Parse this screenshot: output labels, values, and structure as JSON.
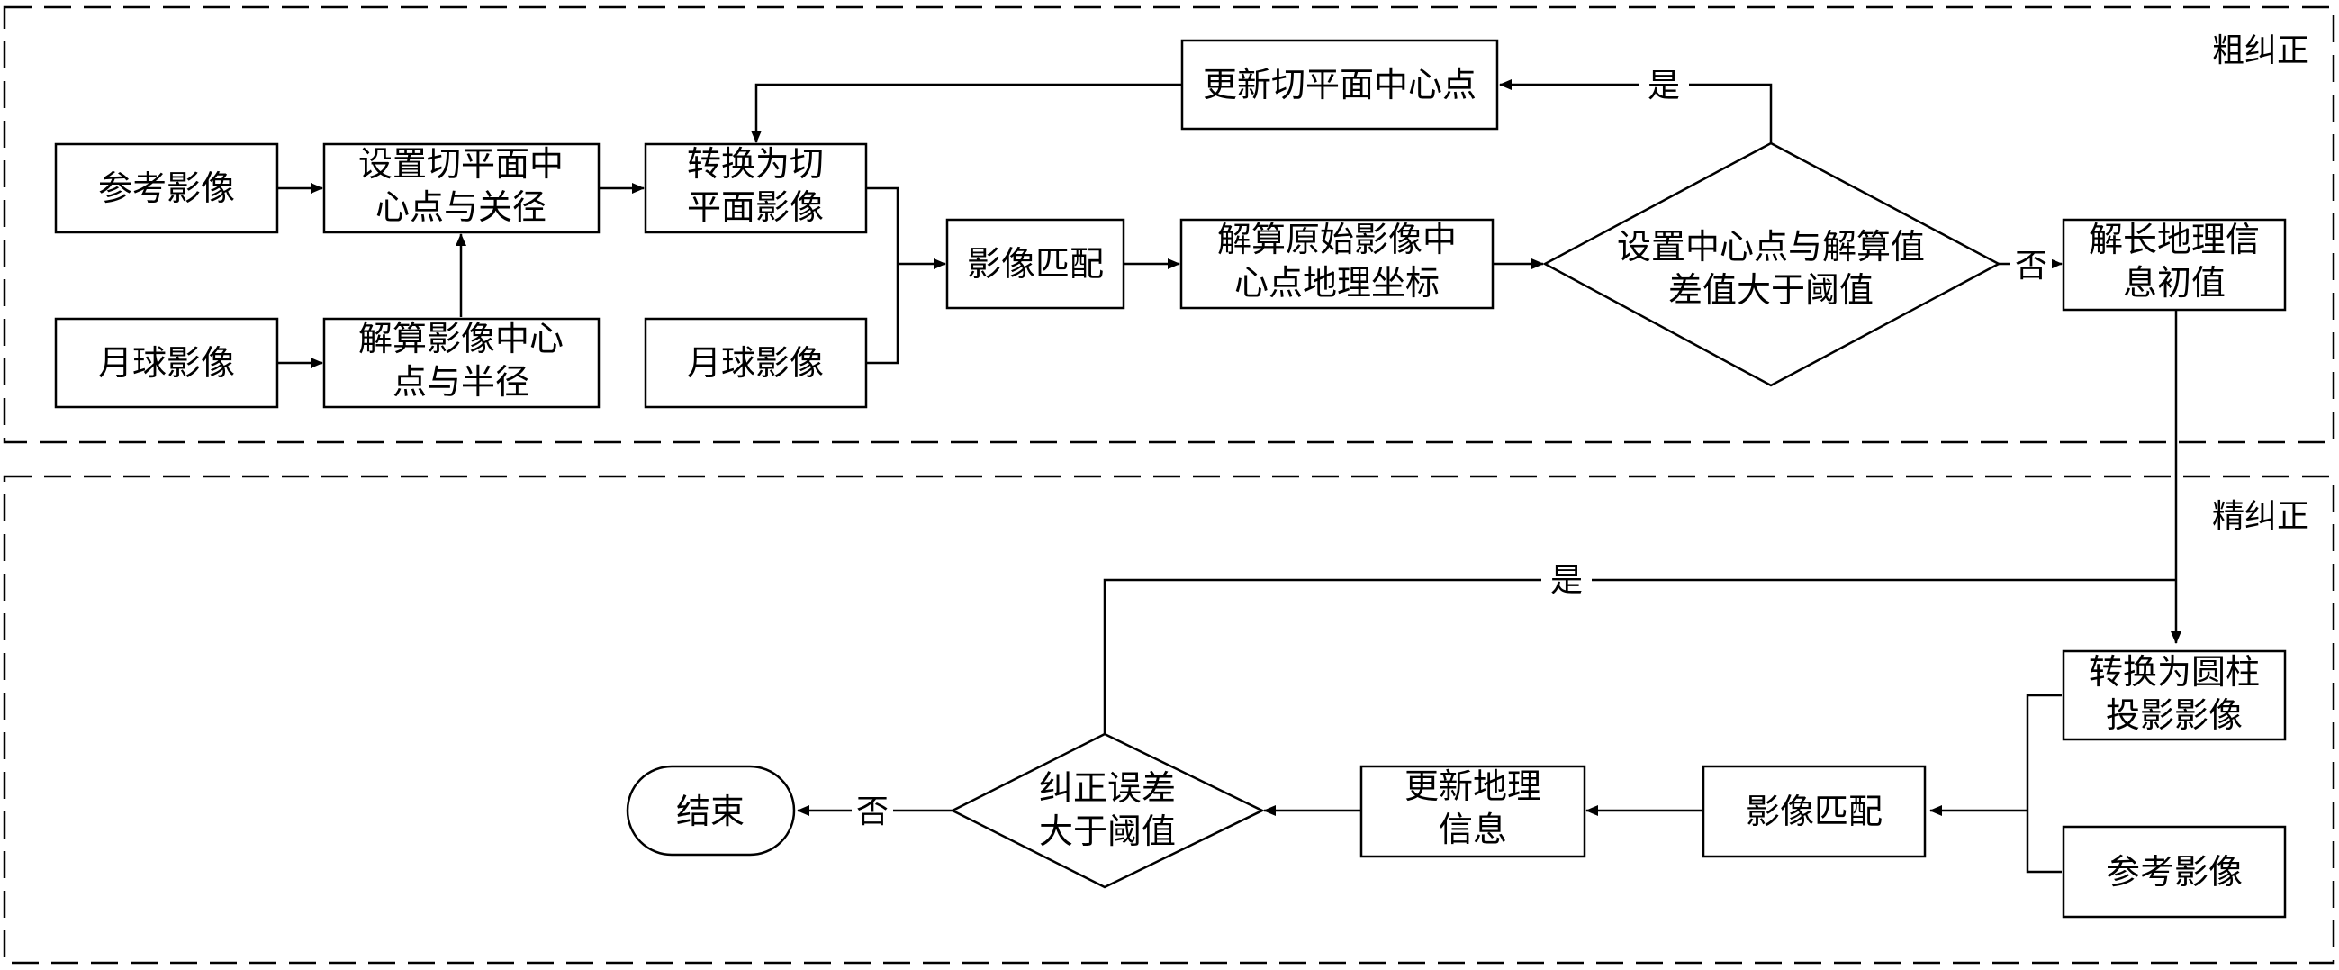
{
  "regions": {
    "coarse_label": "粗纠正",
    "fine_label": "精纠正"
  },
  "nodes": {
    "ref_image_1": [
      "参考影像"
    ],
    "set_tangent_center": [
      "设置切平面中",
      "心点与关径"
    ],
    "to_tangent_image": [
      "转换为切",
      "平面影像"
    ],
    "moon_image_1": [
      "月球影像"
    ],
    "solve_center_radius": [
      "解算影像中心",
      "点与半径"
    ],
    "moon_image_2": [
      "月球影像"
    ],
    "image_match_1": [
      "影像匹配"
    ],
    "solve_center_geo": [
      "解算原始影像中",
      "心点地理坐标"
    ],
    "update_tangent_center": [
      "更新切平面中心点"
    ],
    "decision_1": [
      "设置中心点与解算值",
      "差值大于阈值"
    ],
    "initial_geo": [
      "解长地理信",
      "息初值"
    ],
    "to_cylinder_image": [
      "转换为圆柱",
      "投影影像"
    ],
    "ref_image_2": [
      "参考影像"
    ],
    "image_match_2": [
      "影像匹配"
    ],
    "update_geo": [
      "更新地理",
      "信息"
    ],
    "decision_2": [
      "纠正误差",
      "大于阈值"
    ],
    "end": [
      "结束"
    ]
  },
  "edge_labels": {
    "yes_1": "是",
    "no_1": "否",
    "yes_2": "是",
    "no_2": "否"
  }
}
